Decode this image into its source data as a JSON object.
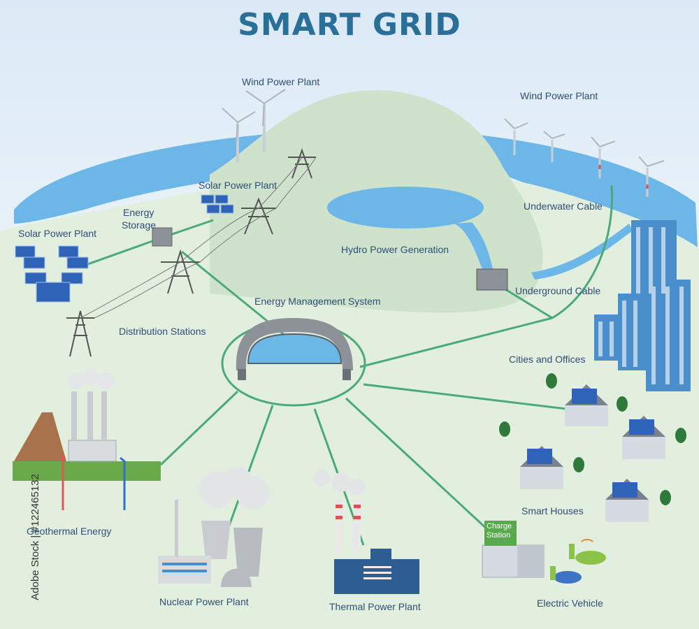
{
  "title": "SMART GRID",
  "side_text": "Adobe Stock | #122465132",
  "labels": {
    "wind_left": "Wind Power Plant",
    "wind_right": "Wind Power Plant",
    "solar_mid": "Solar Power Plant",
    "solar_left": "Solar Power Plant",
    "energy_storage_line1": "Energy",
    "energy_storage_line2": "Storage",
    "underwater_cable": "Underwater Cable",
    "hydro": "Hydro Power Generation",
    "underground_cable": "Underground Cable",
    "ems": "Energy Management System",
    "distribution": "Distribution Stations",
    "cities": "Cities and Offices",
    "geothermal": "Geothermal Energy",
    "smart_houses": "Smart Houses",
    "nuclear": "Nuclear Power Plant",
    "thermal": "Thermal Power Plant",
    "ev": "Electric Vehicle",
    "charge_line1": "Charge",
    "charge_line2": "Station"
  },
  "colors": {
    "title": "#2a6f98",
    "water": "#6db7e8",
    "land": "#dcebd8",
    "hill": "#cfe3cc",
    "grid_line": "#4aab78",
    "building": "#4a8fcc"
  }
}
